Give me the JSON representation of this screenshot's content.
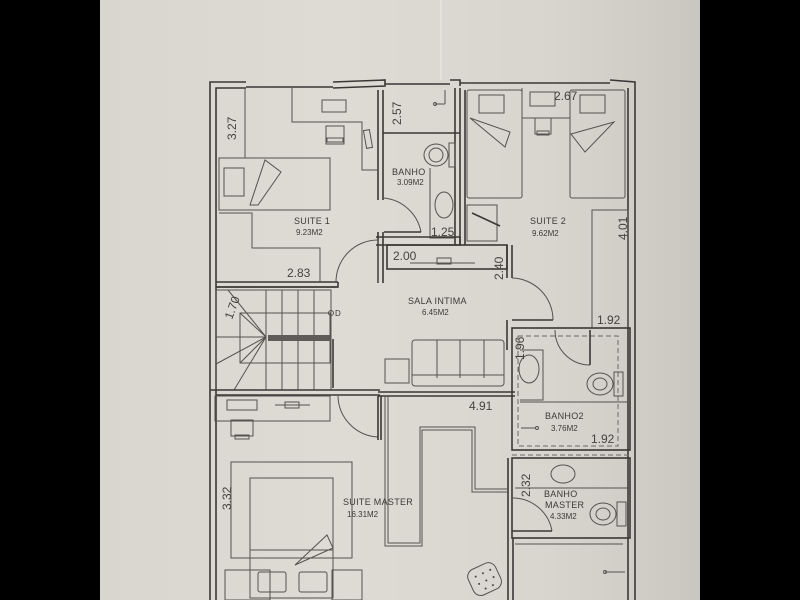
{
  "document": {
    "type": "floor plan",
    "colors": {
      "paper": "#dcd9d2",
      "ink": "#3a3835",
      "letterbox": "#000000"
    }
  },
  "rooms": [
    {
      "name": "SUITE 1",
      "area": "9.23M2"
    },
    {
      "name": "BANHO",
      "area": "3.09M2"
    },
    {
      "name": "SUITE 2",
      "area": "9.62M2"
    },
    {
      "name": "SALA INTIMA",
      "area": "6.45M2"
    },
    {
      "name": "BANHO2",
      "area": "3.76M2"
    },
    {
      "name": "SUITE MASTER",
      "area": "16.31M2"
    },
    {
      "name_line1": "BANHO",
      "name_line2": "MASTER",
      "area": "4.33M2"
    }
  ],
  "dimensions": {
    "suite1_height": "3.27",
    "suite1_width": "2.83",
    "banho_height": "2.57",
    "banho_width": "1.25",
    "suite2_top": "2.67",
    "suite2_height": "4.01",
    "suite2_width": "1.92",
    "closet_width": "2.00",
    "closet_height": "2.40",
    "stairs_width": "1.70",
    "banho2_height": "1.96",
    "banho2_width": "1.92",
    "master_width": "4.91",
    "master_height": "3.32",
    "banho_master_height": "2.32"
  },
  "symbols": {
    "stair_marker": "D"
  }
}
